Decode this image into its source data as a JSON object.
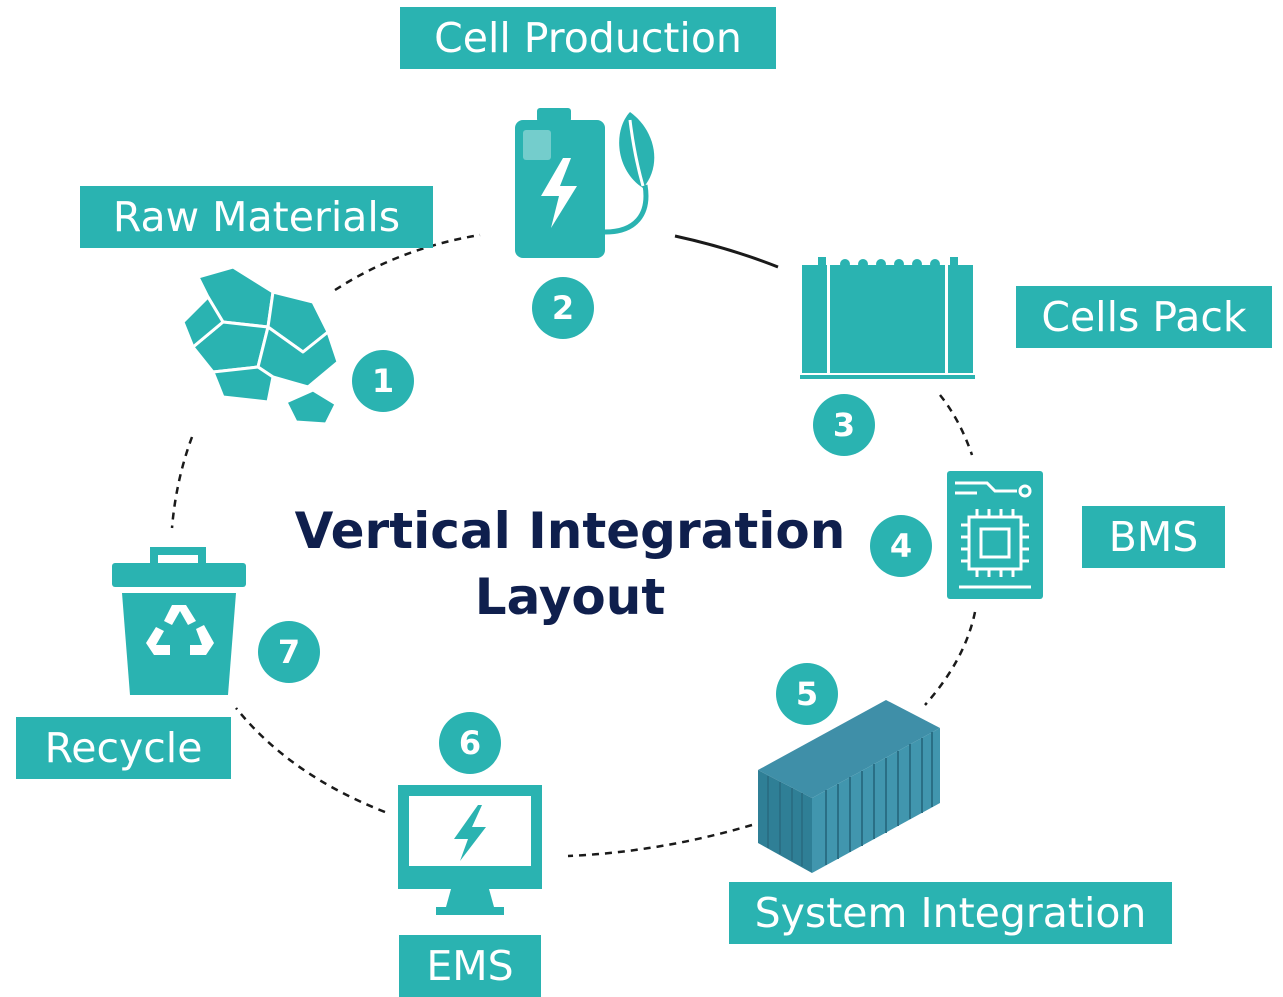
{
  "colors": {
    "teal": "#2ab3b1",
    "title": "#0f1f4d",
    "container_blue": "#3f8fa8",
    "line": "#1a1a1a"
  },
  "title": {
    "line1": "Vertical Integration",
    "line2": "Layout"
  },
  "steps": [
    {
      "number": "1",
      "label": "Raw Materials",
      "icon": "rocks-icon"
    },
    {
      "number": "2",
      "label": "Cell Production",
      "icon": "eco-battery-icon"
    },
    {
      "number": "3",
      "label": "Cells Pack",
      "icon": "battery-module-icon"
    },
    {
      "number": "4",
      "label": "BMS",
      "icon": "circuit-board-icon"
    },
    {
      "number": "5",
      "label": "System Integration",
      "icon": "shipping-container-icon"
    },
    {
      "number": "6",
      "label": "EMS",
      "icon": "monitor-energy-icon"
    },
    {
      "number": "7",
      "label": "Recycle",
      "icon": "recycle-bin-icon"
    }
  ]
}
